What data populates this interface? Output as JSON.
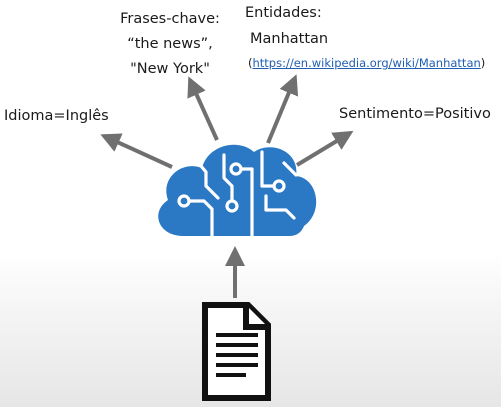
{
  "key_phrases": {
    "title": "Frases-chave:",
    "item1": "“the news”,",
    "item2": "\"New York\""
  },
  "entities": {
    "title": "Entidades:",
    "name": "Manhattan",
    "paren_open": "(",
    "url": "https://en.wikipedia.org/wiki/Manhattan",
    "paren_close": ")"
  },
  "language": "Idioma=Inglês",
  "sentiment": "Sentimento=Positivo",
  "colors": {
    "cloud": "#2b79c5",
    "cloud_circuit": "#ffffff",
    "arrow": "#707070",
    "document": "#111111",
    "link": "#1f5fb3"
  },
  "icons": {
    "center": "cloud-brain-icon",
    "input": "document-icon"
  }
}
